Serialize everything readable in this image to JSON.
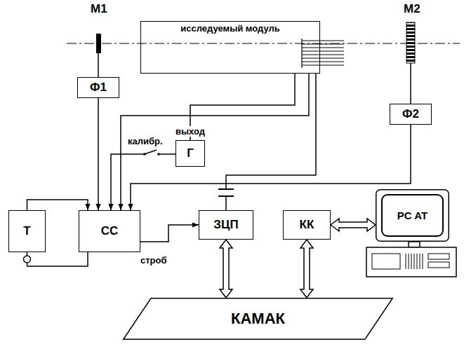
{
  "diagram": {
    "nodes": [
      {
        "text": [
          "исследуемый модуль"
        ]
      },
      {
        "text": [
          "Ф1"
        ]
      },
      {
        "text": [
          "Г"
        ]
      },
      {
        "text": [
          "Ф2"
        ]
      },
      {
        "text": [
          "Т"
        ]
      },
      {
        "text": [
          "СС"
        ]
      },
      {
        "text": [
          "ЗЦП"
        ]
      },
      {
        "text": [
          "КК"
        ]
      },
      {
        "text": [
          "PC AT"
        ]
      },
      {
        "text": [
          "КАМАК"
        ]
      }
    ],
    "edges": [
      {
        "from": 1,
        "to": 5,
        "arrow": "to"
      },
      {
        "from": 2,
        "to": 0,
        "arrow": "none",
        "label": "выход"
      },
      {
        "from": 2,
        "to": 5,
        "arrow": "to",
        "label": "калибр."
      },
      {
        "from": 0,
        "to": 5,
        "arrow": "to"
      },
      {
        "from": 3,
        "to": 5,
        "arrow": "to"
      },
      {
        "from": 4,
        "to": 5,
        "arrow": "to"
      },
      {
        "from": 5,
        "to": 4,
        "arrow": "none"
      },
      {
        "from": 5,
        "to": 6,
        "arrow": "to",
        "label": "строб"
      },
      {
        "from": 0,
        "to": 6,
        "arrow": "none"
      },
      {
        "from": 6,
        "to": 9,
        "arrow": "both"
      },
      {
        "from": 7,
        "to": 9,
        "arrow": "both"
      },
      {
        "from": 7,
        "to": 8,
        "arrow": "both"
      }
    ],
    "labels": [
      "М1",
      "М2"
    ]
  }
}
